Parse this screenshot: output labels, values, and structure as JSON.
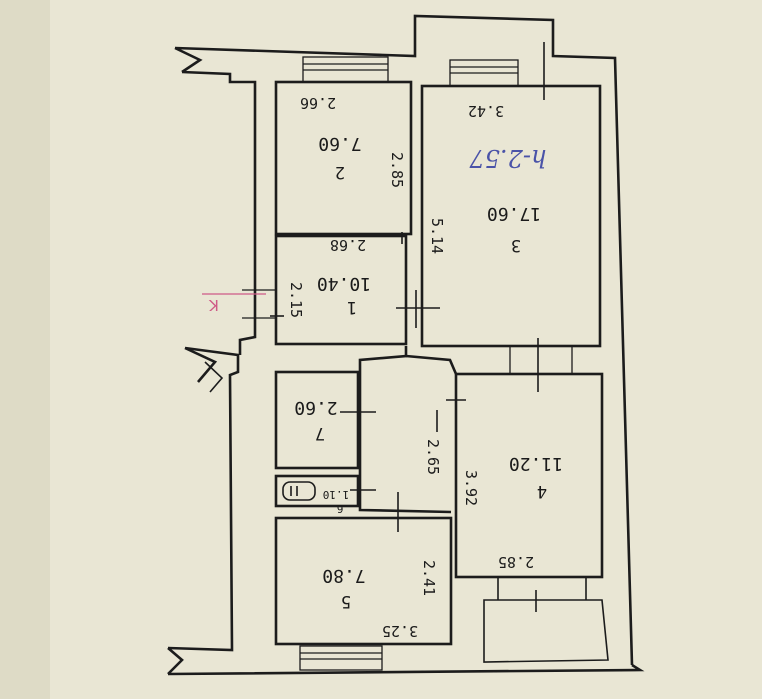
{
  "plan": {
    "room1": {
      "number": "1",
      "area": "10.40",
      "width": "2.68",
      "length": "2.15"
    },
    "room2": {
      "number": "2",
      "area": "7.60",
      "width": "2.66",
      "length": "2.85"
    },
    "room3": {
      "number": "3",
      "area": "17.60",
      "width": "3.42",
      "length": "5.14"
    },
    "room4": {
      "number": "4",
      "area": "11.20",
      "width": "2.85",
      "length": "3.92"
    },
    "room5": {
      "number": "5",
      "area": "7.80",
      "width": "3.25",
      "length": "2.41"
    },
    "room6": {
      "number": "6",
      "area": "1.10"
    },
    "room7": {
      "number": "7",
      "area": "2.60"
    },
    "corridor_length": "2.65",
    "ceiling_note": "h-2.57",
    "stove_mark": "K"
  }
}
